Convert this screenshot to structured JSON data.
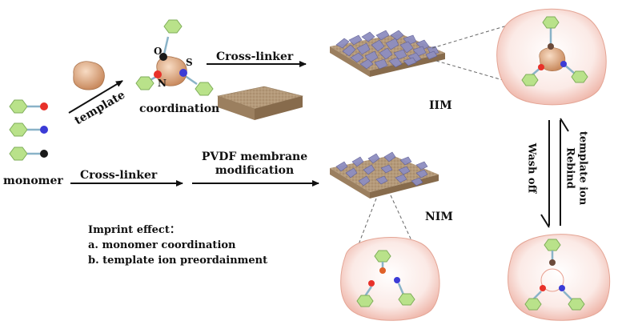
{
  "labels": {
    "monomer": "monomer",
    "template": "template",
    "coordination": "coordination",
    "cross_linker_top": "Cross-linker",
    "cross_linker_bottom": "Cross-linker",
    "pvdf_line1": "PVDF membrane",
    "pvdf_line2": "modification",
    "iim": "IIM",
    "nim": "NIM",
    "atom_o": "O",
    "atom_s": "S",
    "atom_n": "N",
    "rebind_line1": "Rebind",
    "rebind_line2": "template ion",
    "wash_off": "Wash off"
  },
  "imprint": {
    "title": "Imprint effect：",
    "item_a": "a.  monomer coordination",
    "item_b": "b.  template ion preordainment"
  },
  "colors": {
    "red_atom": "#e8312a",
    "blue_atom": "#3b3bd6",
    "black_atom": "#1a1a1a",
    "hexagon": "#b9e28a",
    "template_ion": "#e8b48a",
    "membrane": "#b59a7a",
    "polymer": "#8e8ec0",
    "bubble": "#f7d6d0"
  }
}
